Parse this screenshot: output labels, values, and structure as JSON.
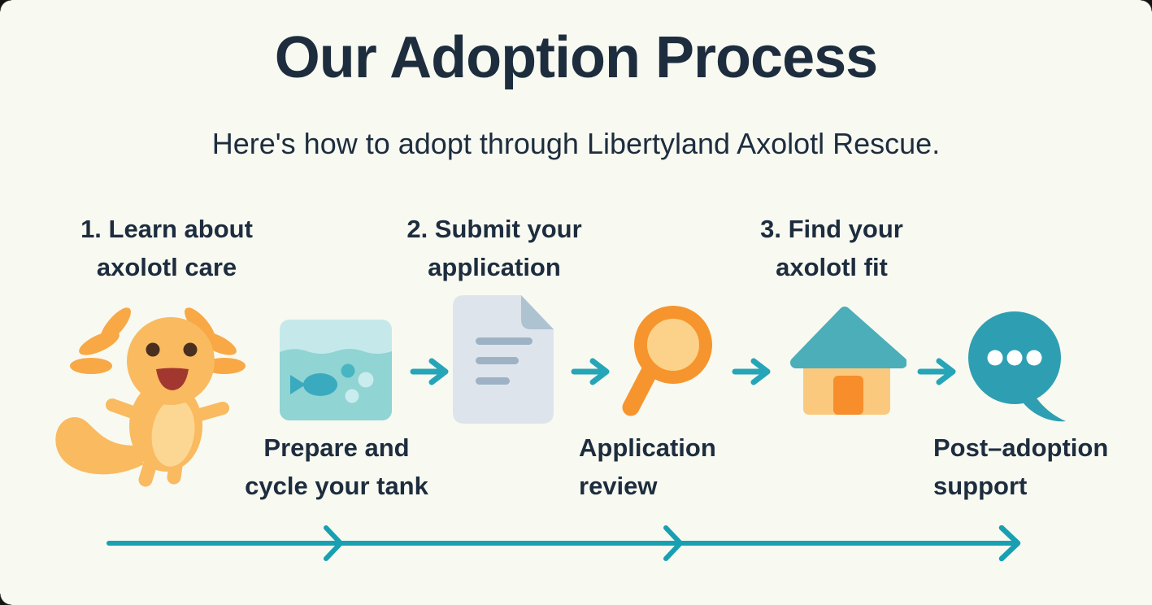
{
  "title": "Our Adoption Process",
  "subtitle": "Here's how to adopt through Libertyland Axolotl Rescue.",
  "steps_top": [
    {
      "line1": "1. Learn about",
      "line2": "axolotl care"
    },
    {
      "line1": "2. Submit your",
      "line2": "application"
    },
    {
      "line1": "3. Find your",
      "line2": "axolotl fit"
    }
  ],
  "labels_bottom": [
    {
      "line1": "Prepare and",
      "line2": "cycle your tank"
    },
    {
      "line1": "Application",
      "line2": "review"
    },
    {
      "line1": "Post–adoption",
      "line2": "support"
    }
  ],
  "icons": [
    "axolotl-illustration",
    "fish-tank-icon",
    "document-icon",
    "magnifier-icon",
    "house-icon",
    "chat-bubble-icon"
  ],
  "colors": {
    "background": "#f8f9f1",
    "text": "#1d2d3e",
    "arrow": "#26a5b8",
    "timeline": "#18a0b2",
    "axo-body": "#f9ba60",
    "axo-gills": "#f8a845",
    "axo-belly": "#fcd794",
    "axo-eye": "#4a2e1f",
    "axo-mouth": "#a2372f",
    "tank-top": "#c5e9eb",
    "tank-water": "#90d4d3",
    "tank-fish": "#3aaabf",
    "tank-bubble": "#48b5c2",
    "tank-bubble-light": "#c9ecee",
    "doc-paper": "#dee4eb",
    "doc-fold": "#aec3d2",
    "doc-line": "#9db3c5",
    "mag-orange": "#f6952d",
    "mag-lens": "#fcd28a",
    "house-roof": "#4baeb9",
    "house-body": "#fbc97e",
    "house-door": "#f78e2b",
    "chat-bubble": "#2e9fb2",
    "chat-dot": "#ffffff"
  }
}
